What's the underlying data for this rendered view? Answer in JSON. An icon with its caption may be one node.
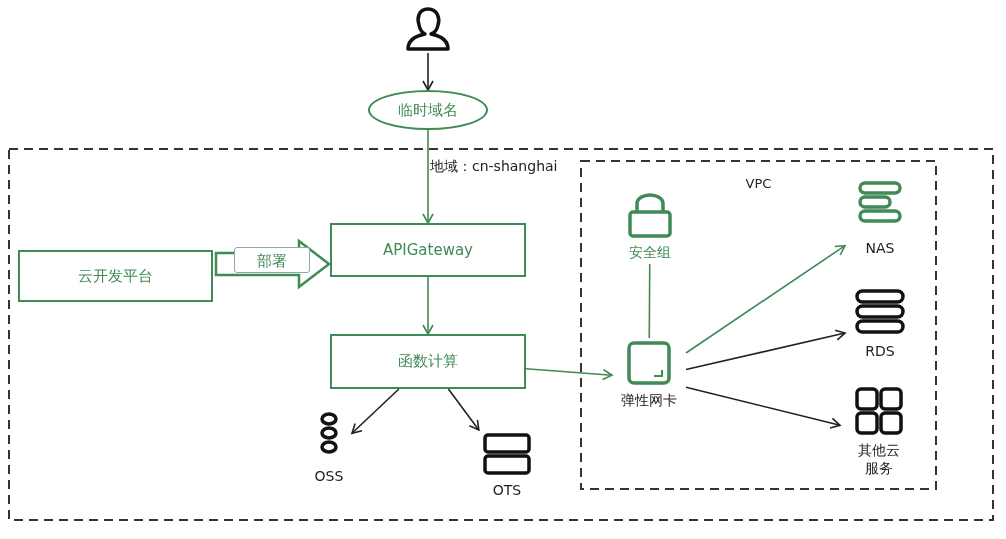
{
  "diagram": {
    "nodes": [
      {
        "text": [],
        "shape": "person"
      },
      {
        "text": [
          "临时域名"
        ]
      },
      {
        "text": [
          "地域：cn-shanghai"
        ]
      },
      {
        "text": [
          "VPC"
        ],
        "in": 2
      },
      {
        "text": [
          "云开发平台"
        ],
        "in": 2
      },
      {
        "text": [
          "APIGateway"
        ],
        "in": 2
      },
      {
        "text": [
          "函数计算"
        ],
        "in": 2
      },
      {
        "text": [
          "OSS"
        ],
        "in": 2
      },
      {
        "text": [
          "OTS"
        ],
        "in": 2
      },
      {
        "text": [
          "安全组"
        ],
        "in": 3
      },
      {
        "text": [
          "弹性网卡"
        ],
        "in": 3
      },
      {
        "text": [
          "NAS"
        ],
        "in": 3
      },
      {
        "text": [
          "RDS"
        ],
        "in": 3
      },
      {
        "text": [
          "其他云服务"
        ],
        "in": 3
      }
    ],
    "edges": [
      {
        "from": 0,
        "to": 1,
        "arrow": "to",
        "color": "#222222"
      },
      {
        "from": 1,
        "to": 5,
        "arrow": "to",
        "color": "#3f8a55"
      },
      {
        "from": 4,
        "to": 5,
        "arrow": "to",
        "label": "部署",
        "style": "thick",
        "color": "#3f8a55"
      },
      {
        "from": 5,
        "to": 6,
        "arrow": "to",
        "color": "#3f8a55"
      },
      {
        "from": 6,
        "to": 7,
        "arrow": "to",
        "color": "#222222"
      },
      {
        "from": 6,
        "to": 8,
        "arrow": "to",
        "color": "#222222"
      },
      {
        "from": 6,
        "to": 10,
        "arrow": "to",
        "color": "#3f8a55"
      },
      {
        "from": 9,
        "to": 10,
        "arrow": "none",
        "color": "#3f8a55"
      },
      {
        "from": 10,
        "to": 11,
        "arrow": "to",
        "color": "#3f8a55"
      },
      {
        "from": 10,
        "to": 12,
        "arrow": "to",
        "color": "#222222"
      },
      {
        "from": 10,
        "to": 13,
        "arrow": "to",
        "color": "#222222"
      }
    ]
  }
}
